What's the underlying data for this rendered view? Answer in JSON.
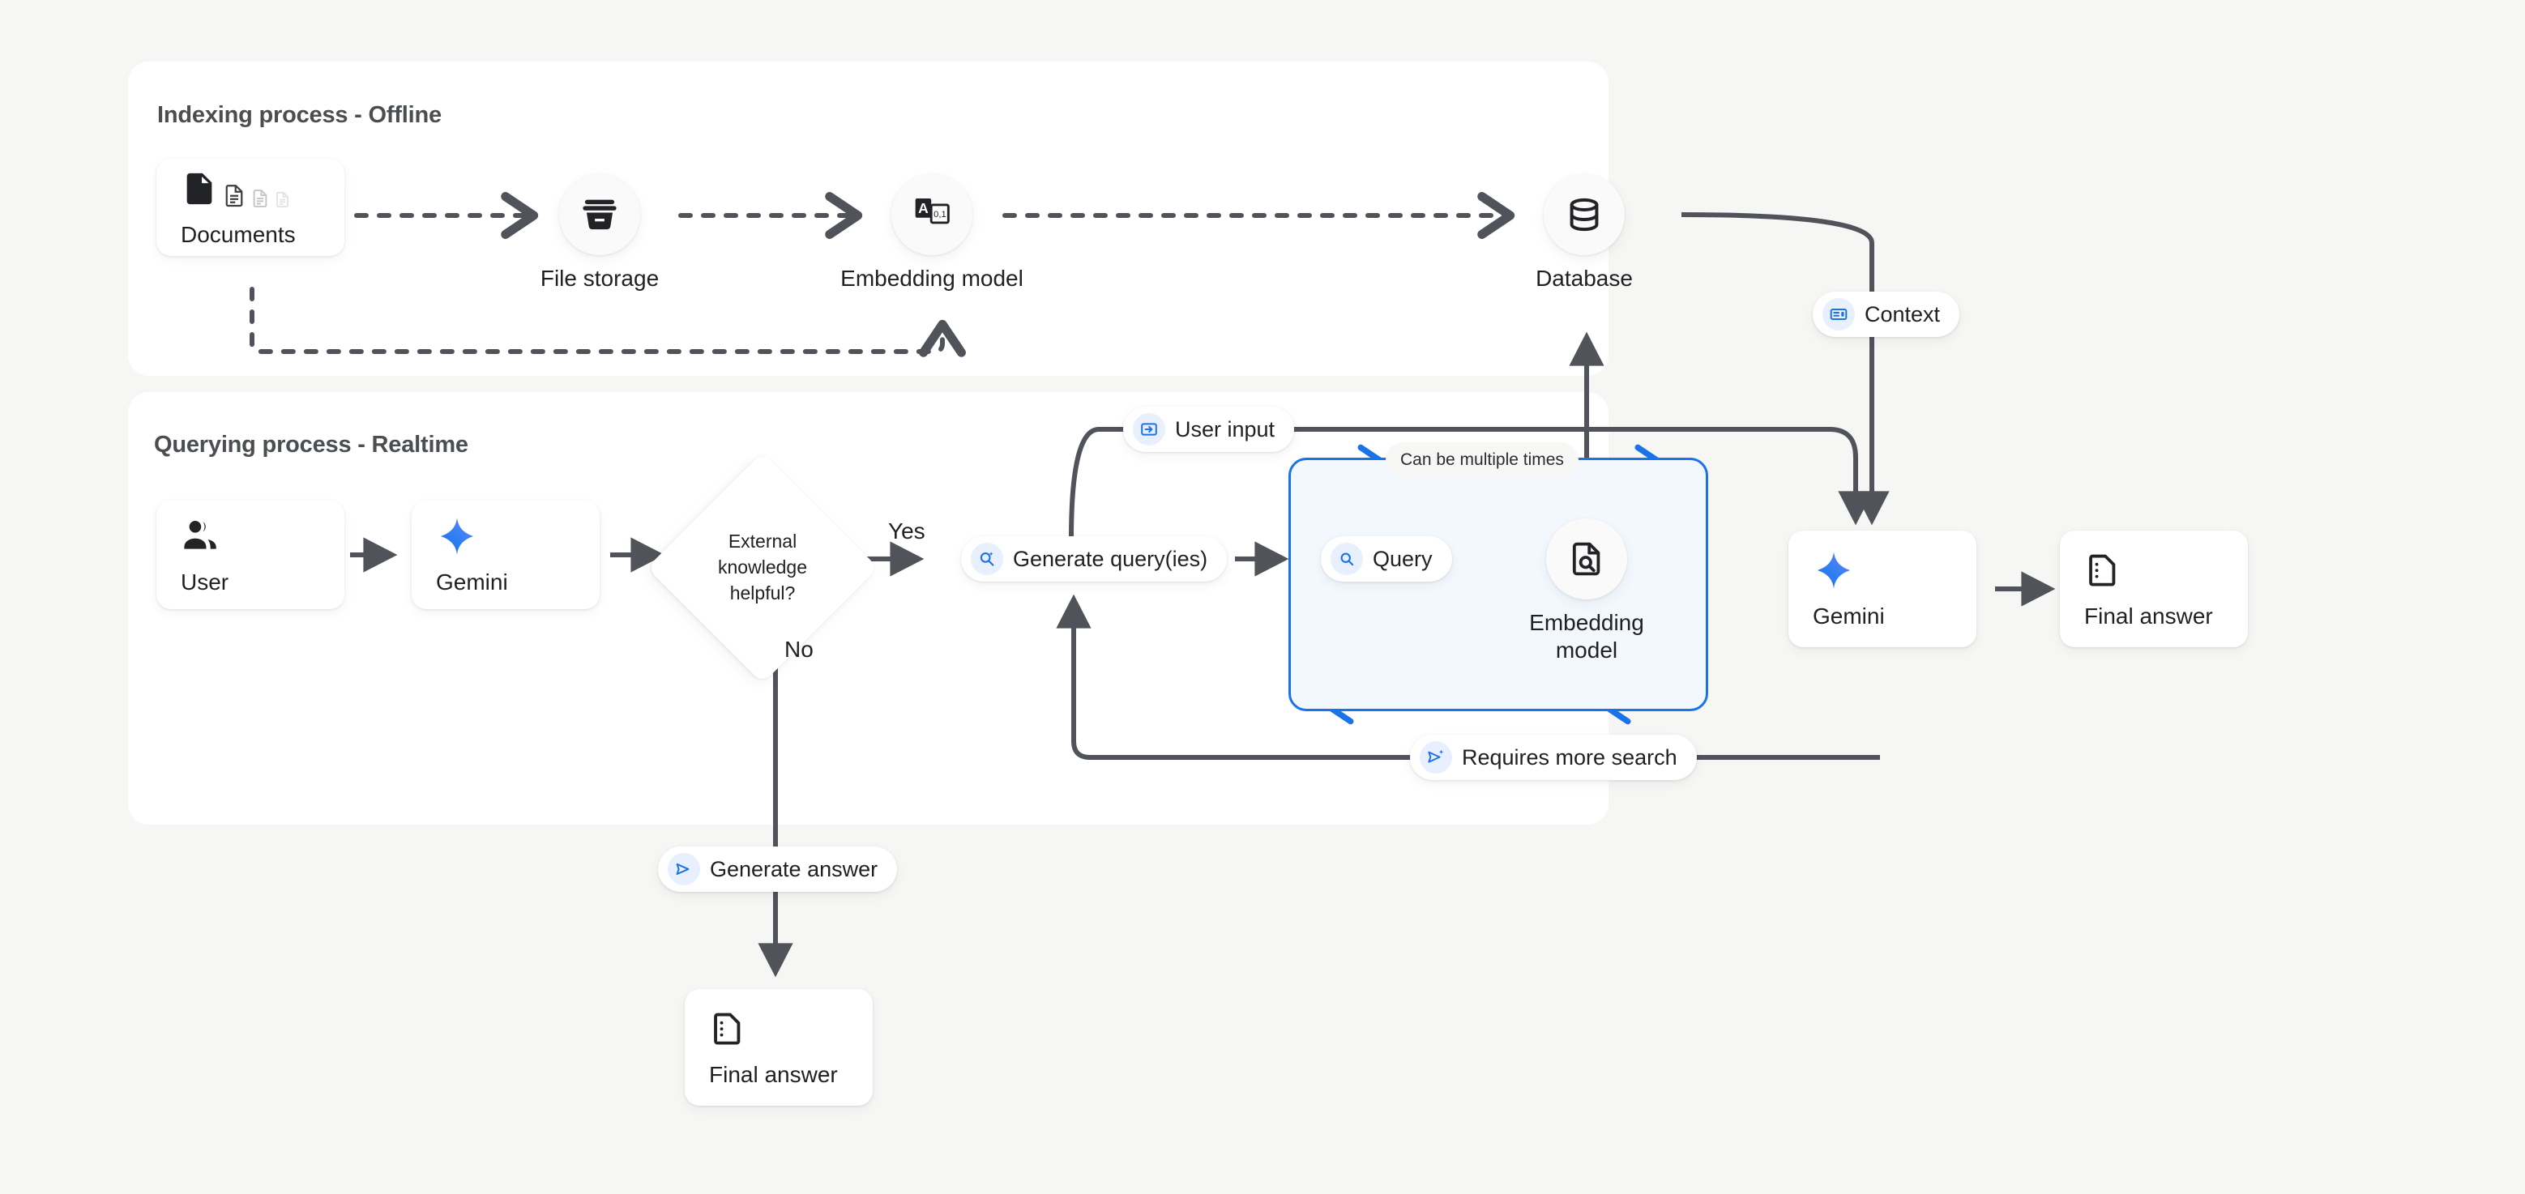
{
  "theme": {
    "page_bg": "#f6f6f4",
    "panel_bg": "#ffffff",
    "accent_blue": "#1a73e8",
    "accent_blue_soft": "#e8f0fe",
    "loop_fill": "#f3f8fe",
    "edge_color": "#50545a",
    "text_color": "#1f2023",
    "title_color": "#4b4e51",
    "gemini_gradient_from": "#8a5cf6",
    "gemini_gradient_to": "#1a73e8"
  },
  "panels": {
    "indexing": {
      "title": "Indexing process - Offline"
    },
    "querying": {
      "title": "Querying process - Realtime"
    }
  },
  "indexing": {
    "documents": {
      "label": "Documents",
      "icon": "documents-icon"
    },
    "file_storage": {
      "label": "File storage",
      "icon": "archive-box-icon"
    },
    "embedding_model": {
      "label": "Embedding model",
      "icon": "text-to-vector-icon"
    },
    "database": {
      "label": "Database",
      "icon": "database-cylinder-icon"
    }
  },
  "querying": {
    "user": {
      "label": "User",
      "icon": "people-icon"
    },
    "gemini_first": {
      "label": "Gemini",
      "icon": "gemini-sparkle-icon"
    },
    "decision": {
      "line1": "External",
      "line2": "knowledge",
      "line3": "helpful?"
    },
    "yes_label": "Yes",
    "no_label": "No",
    "generate_queries": {
      "label": "Generate query(ies)",
      "icon": "search-sparkle-icon"
    },
    "loop": {
      "caption": "Can be multiple times",
      "query_badge": {
        "label": "Query",
        "icon": "search-icon"
      },
      "embedding_model": {
        "line1": "Embedding",
        "line2": "model",
        "icon": "document-search-icon"
      }
    },
    "requires_more_search": {
      "label": "Requires more search",
      "icon": "send-sparkle-icon"
    },
    "user_input": {
      "label": "User input",
      "icon": "login-arrow-icon"
    },
    "context": {
      "label": "Context",
      "icon": "context-card-icon"
    },
    "gemini_final": {
      "label": "Gemini",
      "icon": "gemini-sparkle-icon"
    },
    "final_answer_right": {
      "label": "Final answer",
      "icon": "answer-document-icon"
    },
    "generate_answer": {
      "label": "Generate answer",
      "icon": "send-icon"
    },
    "final_answer_bottom": {
      "label": "Final answer",
      "icon": "answer-document-icon"
    }
  }
}
